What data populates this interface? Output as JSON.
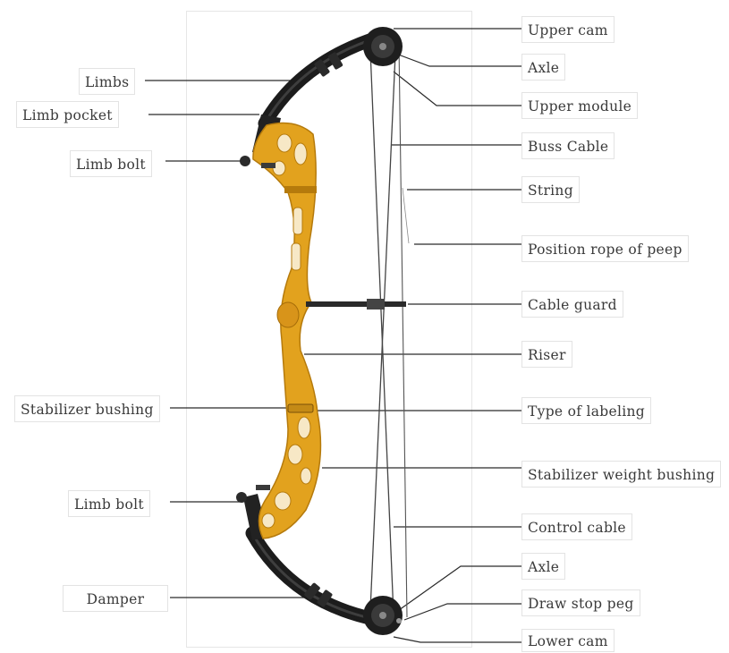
{
  "diagram": {
    "labels": {
      "upper_cam": "Upper cam",
      "axle_upper": "Axle",
      "upper_module": "Upper module",
      "buss_cable": "Buss Cable",
      "string": "String",
      "position_rope": "Position rope of peep",
      "cable_guard": "Cable guard",
      "riser": "Riser",
      "type_of_labeling": "Type of labeling",
      "stabilizer_weight_bushing": "Stabilizer weight bushing",
      "control_cable": "Control cable",
      "axle_lower": "Axle",
      "draw_stop_peg": "Draw stop peg",
      "lower_cam": "Lower cam",
      "limbs": "Limbs",
      "limb_pocket": "Limb pocket",
      "limb_bolt_upper": "Limb bolt",
      "stabilizer_bushing": "Stabilizer bushing",
      "limb_bolt_lower": "Limb bolt",
      "damper": "Damper"
    },
    "colors": {
      "riser": "#e2a21e",
      "riser_shade": "#b57a0c",
      "limb": "#1c1c1c",
      "leader": "#2a2a2a",
      "label_border": "#e3e3e3",
      "label_text": "#3a3a3a"
    }
  }
}
